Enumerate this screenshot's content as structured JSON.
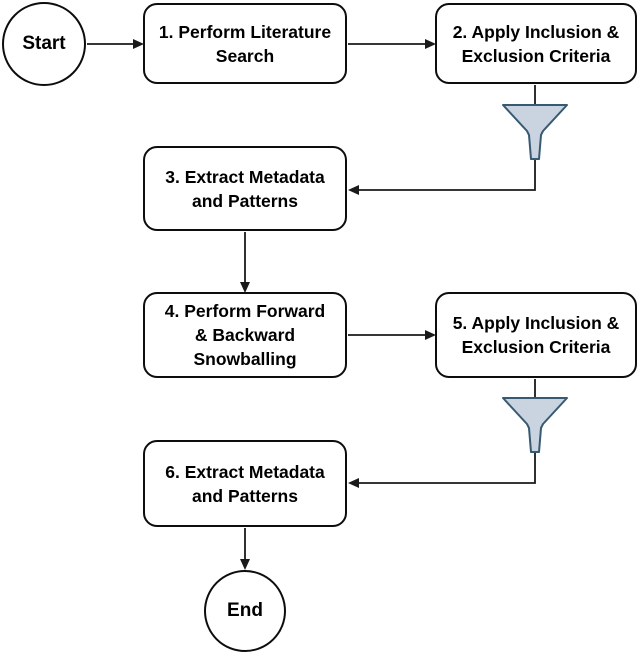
{
  "canvas": {
    "background": "#ffffff"
  },
  "colors": {
    "node_fill": "#ffffff",
    "node_border": "#0d0d0d",
    "text_color": "#000000",
    "arrow_color": "#1a1a1a",
    "funnel_fill": "#c9d4e0",
    "funnel_stroke": "#375a72"
  },
  "nodes": {
    "start": {
      "label": "Start",
      "type": "terminator"
    },
    "step1": {
      "label": "1. Perform Literature\nSearch",
      "type": "process"
    },
    "step2": {
      "label": "2. Apply Inclusion &\nExclusion Criteria",
      "type": "process"
    },
    "step3": {
      "label": "3. Extract Metadata\nand Patterns",
      "type": "process"
    },
    "step4": {
      "label": "4. Perform Forward\n& Backward\nSnowballing",
      "type": "process"
    },
    "step5": {
      "label": "5. Apply Inclusion &\nExclusion Criteria",
      "type": "process"
    },
    "step6": {
      "label": "6. Extract Metadata\nand Patterns",
      "type": "process"
    },
    "end": {
      "label": "End",
      "type": "terminator"
    }
  },
  "edges": [
    {
      "from": "start",
      "to": "step1"
    },
    {
      "from": "step1",
      "to": "step2"
    },
    {
      "from": "step2",
      "to": "step3",
      "icon": "funnel-icon"
    },
    {
      "from": "step3",
      "to": "step4"
    },
    {
      "from": "step4",
      "to": "step5"
    },
    {
      "from": "step5",
      "to": "step6",
      "icon": "funnel-icon"
    },
    {
      "from": "step6",
      "to": "end"
    }
  ]
}
